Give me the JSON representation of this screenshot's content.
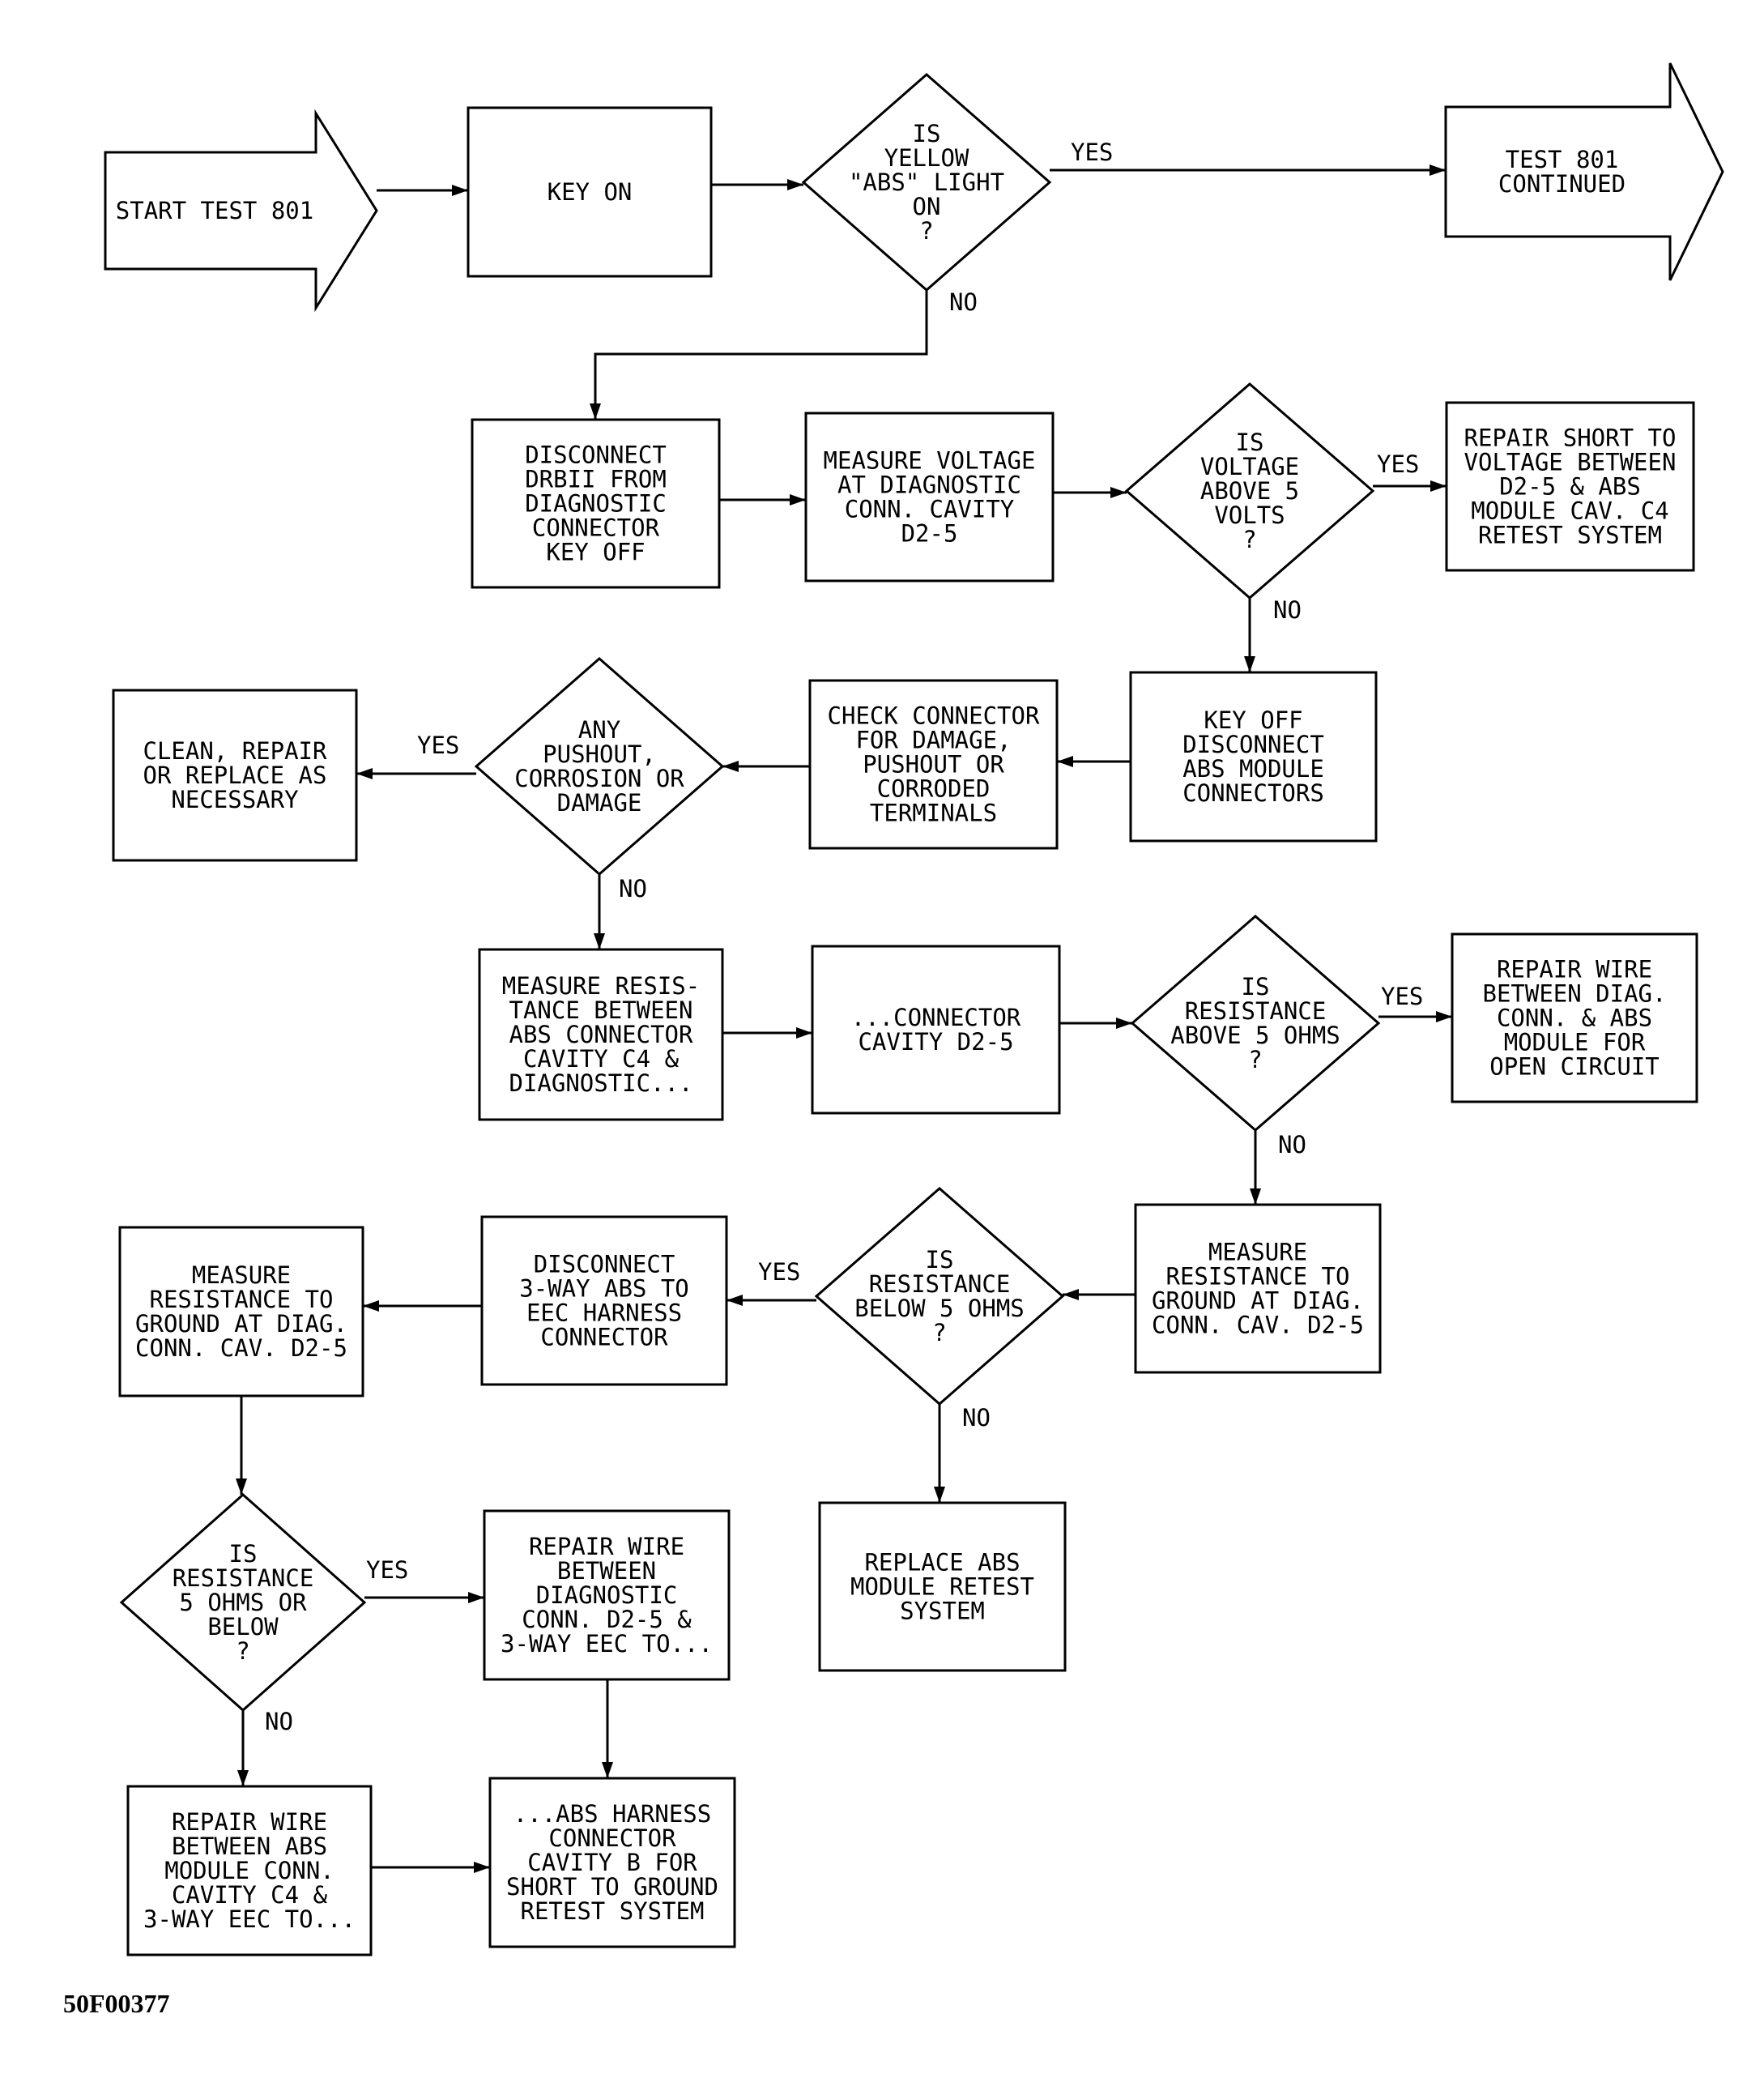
{
  "nodes": [
    {
      "id": "n1",
      "shape": "arrow",
      "lines": [
        "START TEST 801"
      ]
    },
    {
      "id": "n2",
      "shape": "box",
      "lines": [
        "KEY ON"
      ]
    },
    {
      "id": "n3",
      "shape": "diamond",
      "lines": [
        "IS",
        "YELLOW",
        "\"ABS\" LIGHT",
        "ON",
        "?"
      ]
    },
    {
      "id": "n4",
      "shape": "arrow",
      "lines": [
        "TEST 801",
        "CONTINUED"
      ]
    },
    {
      "id": "n5",
      "shape": "box",
      "lines": [
        "DISCONNECT",
        "DRBII FROM",
        "DIAGNOSTIC",
        "CONNECTOR",
        "KEY OFF"
      ]
    },
    {
      "id": "n6",
      "shape": "box",
      "lines": [
        "MEASURE VOLTAGE",
        "AT DIAGNOSTIC",
        "CONN. CAVITY",
        "D2-5"
      ]
    },
    {
      "id": "n7",
      "shape": "diamond",
      "lines": [
        "IS",
        "VOLTAGE",
        "ABOVE 5",
        "VOLTS",
        "?"
      ]
    },
    {
      "id": "n8",
      "shape": "box",
      "lines": [
        "REPAIR SHORT TO",
        "VOLTAGE BETWEEN",
        "D2-5 & ABS",
        "MODULE CAV. C4",
        "RETEST SYSTEM"
      ]
    },
    {
      "id": "n9",
      "shape": "box",
      "lines": [
        "KEY OFF",
        "DISCONNECT",
        "ABS MODULE",
        "CONNECTORS"
      ]
    },
    {
      "id": "n10",
      "shape": "box",
      "lines": [
        "CHECK CONNECTOR",
        "FOR DAMAGE,",
        "PUSHOUT OR",
        "CORRODED",
        "TERMINALS"
      ]
    },
    {
      "id": "n11",
      "shape": "diamond",
      "lines": [
        "ANY",
        "PUSHOUT,",
        "CORROSION OR",
        "DAMAGE"
      ]
    },
    {
      "id": "n12",
      "shape": "box",
      "lines": [
        "CLEAN, REPAIR",
        "OR REPLACE AS",
        "NECESSARY"
      ]
    },
    {
      "id": "n13",
      "shape": "box",
      "lines": [
        "MEASURE RESIS-",
        "TANCE BETWEEN",
        "ABS CONNECTOR",
        "CAVITY C4 &",
        "DIAGNOSTIC..."
      ]
    },
    {
      "id": "n14",
      "shape": "box",
      "lines": [
        "...CONNECTOR",
        "CAVITY D2-5"
      ]
    },
    {
      "id": "n15",
      "shape": "diamond",
      "lines": [
        "IS",
        "RESISTANCE",
        "ABOVE 5 OHMS",
        "?"
      ]
    },
    {
      "id": "n16",
      "shape": "box",
      "lines": [
        "REPAIR WIRE",
        "BETWEEN DIAG.",
        "CONN. & ABS",
        "MODULE FOR",
        "OPEN CIRCUIT"
      ]
    },
    {
      "id": "n17",
      "shape": "box",
      "lines": [
        "MEASURE",
        "RESISTANCE TO",
        "GROUND AT DIAG.",
        "CONN. CAV. D2-5"
      ]
    },
    {
      "id": "n18",
      "shape": "diamond",
      "lines": [
        "IS",
        "RESISTANCE",
        "BELOW 5 OHMS",
        "?"
      ]
    },
    {
      "id": "n19",
      "shape": "box",
      "lines": [
        "DISCONNECT",
        "3-WAY ABS TO",
        "EEC HARNESS",
        "CONNECTOR"
      ]
    },
    {
      "id": "n20",
      "shape": "box",
      "lines": [
        "MEASURE",
        "RESISTANCE TO",
        "GROUND AT DIAG.",
        "CONN. CAV. D2-5"
      ]
    },
    {
      "id": "n21",
      "shape": "box",
      "lines": [
        "REPLACE ABS",
        "MODULE RETEST",
        "SYSTEM"
      ]
    },
    {
      "id": "n22",
      "shape": "diamond",
      "lines": [
        "IS",
        "RESISTANCE",
        "5 OHMS OR",
        "BELOW",
        "?"
      ]
    },
    {
      "id": "n23",
      "shape": "box",
      "lines": [
        "REPAIR WIRE",
        "BETWEEN",
        "DIAGNOSTIC",
        "CONN. D2-5 &",
        "3-WAY EEC TO..."
      ]
    },
    {
      "id": "n24",
      "shape": "box",
      "lines": [
        "REPAIR WIRE",
        "BETWEEN ABS",
        "MODULE CONN.",
        "CAVITY C4 &",
        "3-WAY EEC TO..."
      ]
    },
    {
      "id": "n25",
      "shape": "box",
      "lines": [
        "...ABS HARNESS",
        "CONNECTOR",
        "CAVITY B FOR",
        "SHORT TO GROUND",
        "RETEST SYSTEM"
      ]
    }
  ],
  "edges": [
    {
      "from": "n1",
      "to": "n2",
      "label": ""
    },
    {
      "from": "n2",
      "to": "n3",
      "label": ""
    },
    {
      "from": "n3",
      "to": "n4",
      "label": "YES"
    },
    {
      "from": "n3",
      "to": "n5",
      "label": "NO"
    },
    {
      "from": "n5",
      "to": "n6",
      "label": ""
    },
    {
      "from": "n6",
      "to": "n7",
      "label": ""
    },
    {
      "from": "n7",
      "to": "n8",
      "label": "YES"
    },
    {
      "from": "n7",
      "to": "n9",
      "label": "NO"
    },
    {
      "from": "n9",
      "to": "n10",
      "label": ""
    },
    {
      "from": "n10",
      "to": "n11",
      "label": ""
    },
    {
      "from": "n11",
      "to": "n12",
      "label": "YES"
    },
    {
      "from": "n11",
      "to": "n13",
      "label": "NO"
    },
    {
      "from": "n13",
      "to": "n14",
      "label": ""
    },
    {
      "from": "n14",
      "to": "n15",
      "label": ""
    },
    {
      "from": "n15",
      "to": "n16",
      "label": "YES"
    },
    {
      "from": "n15",
      "to": "n17",
      "label": "NO"
    },
    {
      "from": "n17",
      "to": "n18",
      "label": ""
    },
    {
      "from": "n18",
      "to": "n19",
      "label": "YES"
    },
    {
      "from": "n18",
      "to": "n21",
      "label": "NO"
    },
    {
      "from": "n19",
      "to": "n20",
      "label": ""
    },
    {
      "from": "n20",
      "to": "n22",
      "label": ""
    },
    {
      "from": "n22",
      "to": "n23",
      "label": "YES"
    },
    {
      "from": "n22",
      "to": "n24",
      "label": "NO"
    },
    {
      "from": "n23",
      "to": "n25",
      "label": ""
    },
    {
      "from": "n24",
      "to": "n25",
      "label": ""
    }
  ],
  "figure_code": "50F00377"
}
